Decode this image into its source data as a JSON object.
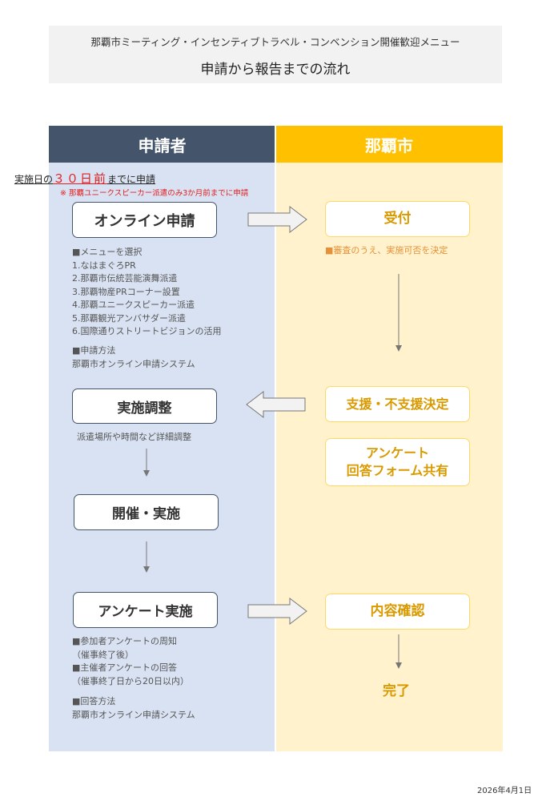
{
  "header": {
    "line1": "那覇市ミーティング・インセンティブトラベル・コンベンション開催歓迎メニュー",
    "line2": "申請から報告までの流れ"
  },
  "columns": {
    "left": "申請者",
    "right": "那覇市"
  },
  "deadline": {
    "prefix": "実施日の",
    "highlight": "３０日前",
    "suffix": "までに申請",
    "note": "※ 那覇ユニークスピーカー派遣のみ3か月前までに申請"
  },
  "steps": {
    "online_apply": "オンライン申請",
    "reception": "受付",
    "implementation_adjust": "実施調整",
    "support_decision": "支援・不支援決定",
    "survey_share_line1": "アンケート",
    "survey_share_line2": "回答フォーム共有",
    "held": "開催・実施",
    "survey_conduct": "アンケート実施",
    "content_check": "内容確認",
    "done": "完了"
  },
  "menu": {
    "heading": "■メニューを選択",
    "items": [
      "1.なはまぐろPR",
      "2.那覇市伝統芸能演舞派遣",
      "3.那覇物産PRコーナー設置",
      "4.那覇ユニークスピーカー派遣",
      "5.那覇観光アンバサダー派遣",
      "6.国際通りストリートビジョンの活用"
    ]
  },
  "apply_method": {
    "heading": "■申請方法",
    "value": "那覇市オンライン申請システム"
  },
  "review_note": "■審査のうえ、実施可否を決定",
  "detail_note": "派遣場所や時間など詳細調整",
  "survey": {
    "line1": "■参加者アンケートの周知",
    "line2": "（催事終了後）",
    "line3": "■主催者アンケートの回答",
    "line4": "（催事終了日から20日以内）"
  },
  "answer_method": {
    "heading": "■回答方法",
    "value": "那覇市オンライン申請システム"
  },
  "footer": {
    "date": "2026年4月1日"
  },
  "colors": {
    "left_header": "#44546a",
    "right_header": "#ffc000",
    "left_body": "#d9e2f2",
    "right_body": "#fff2cc",
    "accent_red": "#e02020",
    "right_text": "#d99a00"
  }
}
